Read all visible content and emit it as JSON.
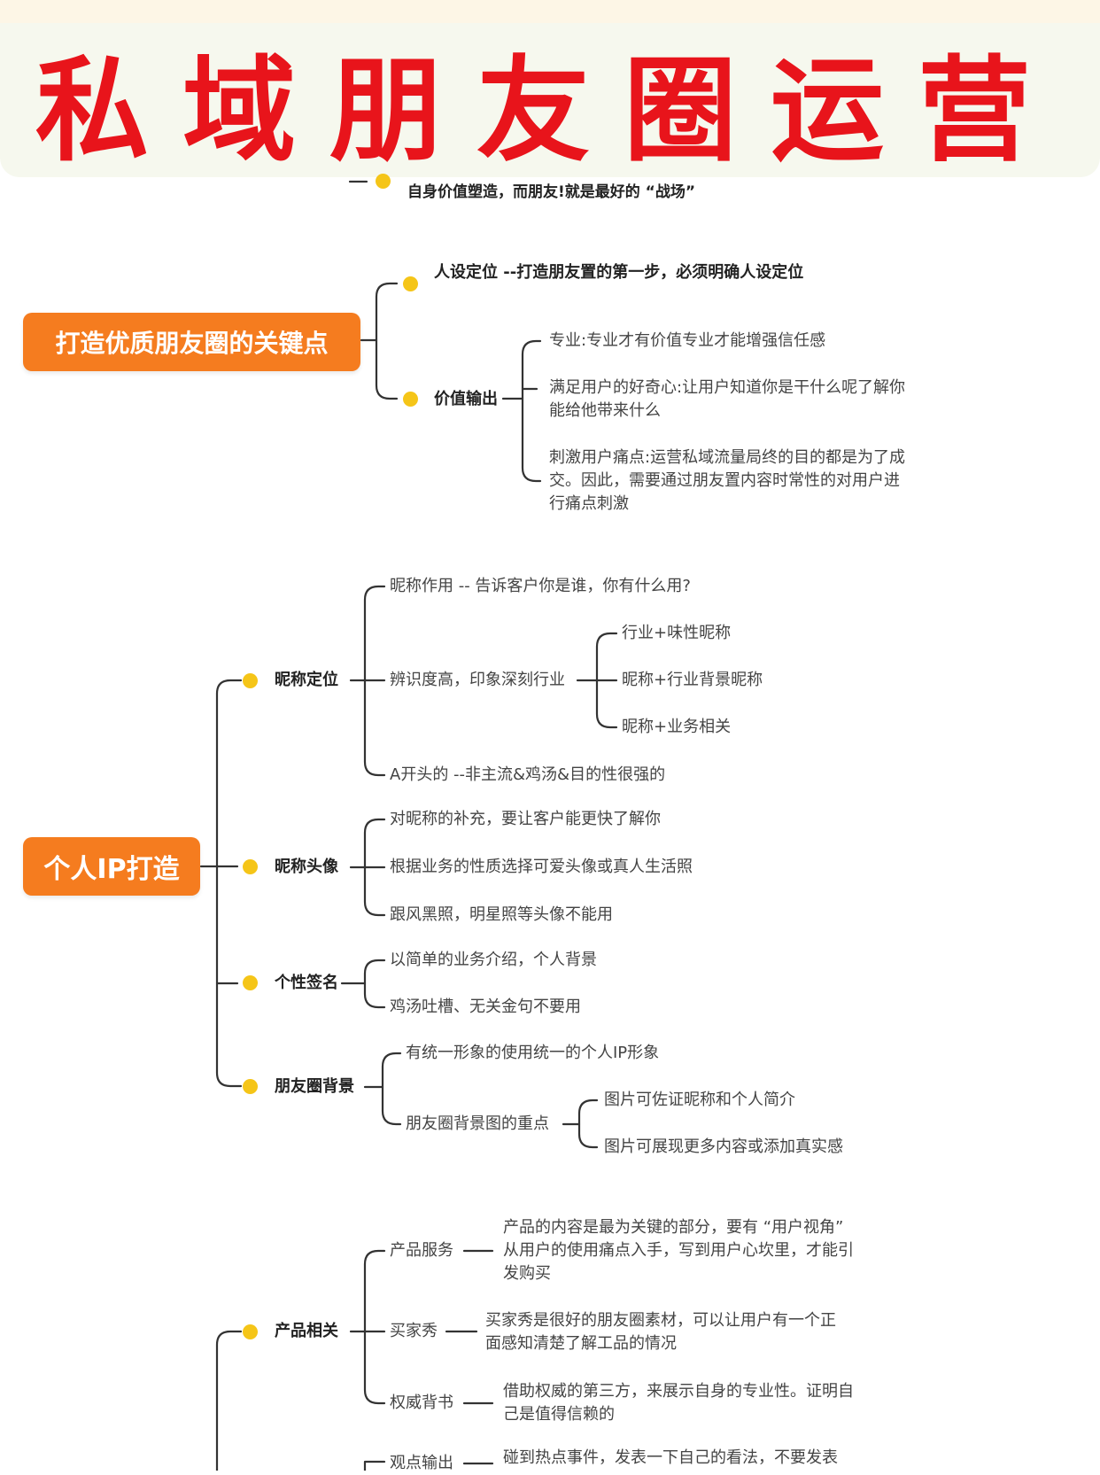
{
  "banner": {
    "title": "私域朋友圈运营"
  },
  "top_item": {
    "text": "自身价值塑造，而朋友!就是最好的 “战场”"
  },
  "section1": {
    "root": "打造优质朋友圈的关键点",
    "persona": "人设定位 --打造朋友置的第一步，必须明确人设定位",
    "value_output": "价值输出",
    "value_items": [
      "专业:专业才有价值专业才能增强信任感",
      "满足用户的好奇心:让用户知道你是干什么呢了解你能给他带来什么",
      "刺激用户痛点:运营私域流量局终的目的都是为了成交。因此，需要通过朋友置内容时常性的对用户进行痛点刺激"
    ]
  },
  "section2": {
    "root": "个人IP打造",
    "nickname": {
      "label": "昵称定位",
      "role": "昵称作用 -- 告诉客户你是谁，你有什么用?",
      "memorable": "辨识度高，印象深刻行业",
      "sub": [
        "行业+味性昵称",
        "昵称+行业背景昵称",
        "昵称+业务相关"
      ],
      "a_prefix": "A开头的 --非主流&鸡汤&目的性很强的"
    },
    "avatar": {
      "label": "昵称头像",
      "items": [
        "对昵称的补充，要让客户能更快了解你",
        "根据业务的性质选择可爱头像或真人生活照",
        "跟风黑照，明星照等头像不能用"
      ]
    },
    "signature": {
      "label": "个性签名",
      "items": [
        "以简单的业务介绍，个人背景",
        "鸡汤吐槽、无关金句不要用"
      ]
    },
    "background": {
      "label": "朋友圈背景",
      "unified": "有统一形象的使用统一的个人IP形象",
      "focus": "朋友圈背景图的重点",
      "sub": [
        "图片可佐证昵称和个人简介",
        "图片可展现更多内容或添加真实感"
      ]
    }
  },
  "section3": {
    "label": "产品相关",
    "service": {
      "label": "产品服务",
      "text": "产品的内容是最为关键的部分，要有 “用户视角” 从用户的使用痛点入手，写到用户心坎里，才能引发购买"
    },
    "buyer_show": {
      "label": "买家秀",
      "text": "买家秀是很好的朋友圈素材，可以让用户有一个正面感知清楚了解工品的情况"
    },
    "authority": {
      "label": "权威背书",
      "text": "借助权威的第三方，来展示自身的专业性。证明自己是值得信赖的"
    },
    "opinion": {
      "label": "观点输出",
      "text": "碰到热点事件，发表一下自己的看法，不要发表"
    }
  },
  "colors": {
    "title_red": "#e8141b",
    "root_orange": "#f57c1f",
    "dot_yellow": "#f5c518"
  }
}
